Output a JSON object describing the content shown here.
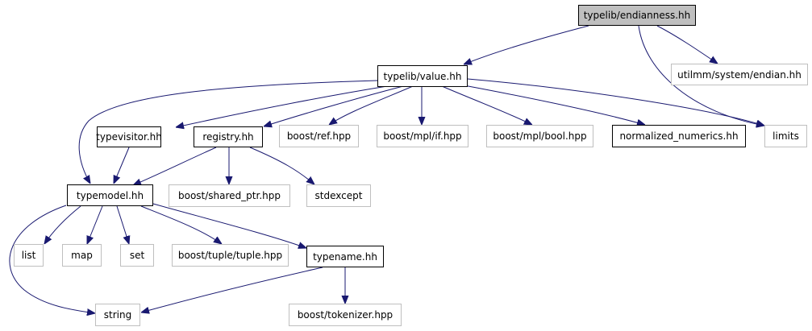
{
  "graph": {
    "nodes": {
      "endianness": "typelib/endianness.hh",
      "endian": "utilmm/system/endian.hh",
      "value": "typelib/value.hh",
      "limits": "limits",
      "typevisitor": "typevisitor.hh",
      "registry": "registry.hh",
      "boost_ref": "boost/ref.hpp",
      "boost_mpl_if": "boost/mpl/if.hpp",
      "boost_mpl_bool": "boost/mpl/bool.hpp",
      "normalized": "normalized_numerics.hh",
      "typemodel": "typemodel.hh",
      "shared_ptr": "boost/shared_ptr.hpp",
      "stdexcept": "stdexcept",
      "list": "list",
      "map": "map",
      "set": "set",
      "tuple": "boost/tuple/tuple.hpp",
      "typename": "typename.hh",
      "string": "string",
      "tokenizer": "boost/tokenizer.hpp"
    },
    "edge_color": "#191970",
    "documented_border": "#000000",
    "external_border": "#bfbfbf",
    "root_fill": "#bfbfbf"
  }
}
